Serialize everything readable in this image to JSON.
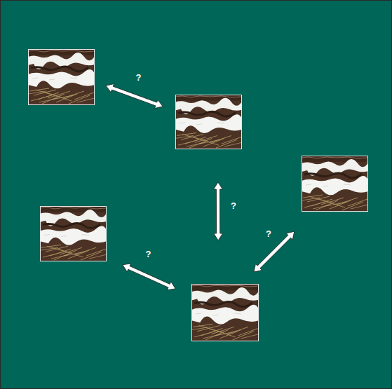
{
  "diagram": {
    "nodes": [
      {
        "text": []
      },
      {
        "text": []
      },
      {
        "text": []
      },
      {
        "text": []
      },
      {
        "text": []
      }
    ],
    "edges": [
      {
        "from": 0,
        "to": 1,
        "label": "?",
        "arrow": "both"
      },
      {
        "from": 1,
        "to": 4,
        "label": "?",
        "arrow": "both"
      },
      {
        "from": 4,
        "to": 2,
        "label": "?",
        "arrow": "both"
      },
      {
        "from": 3,
        "to": 4,
        "label": "?",
        "arrow": "both"
      }
    ]
  }
}
